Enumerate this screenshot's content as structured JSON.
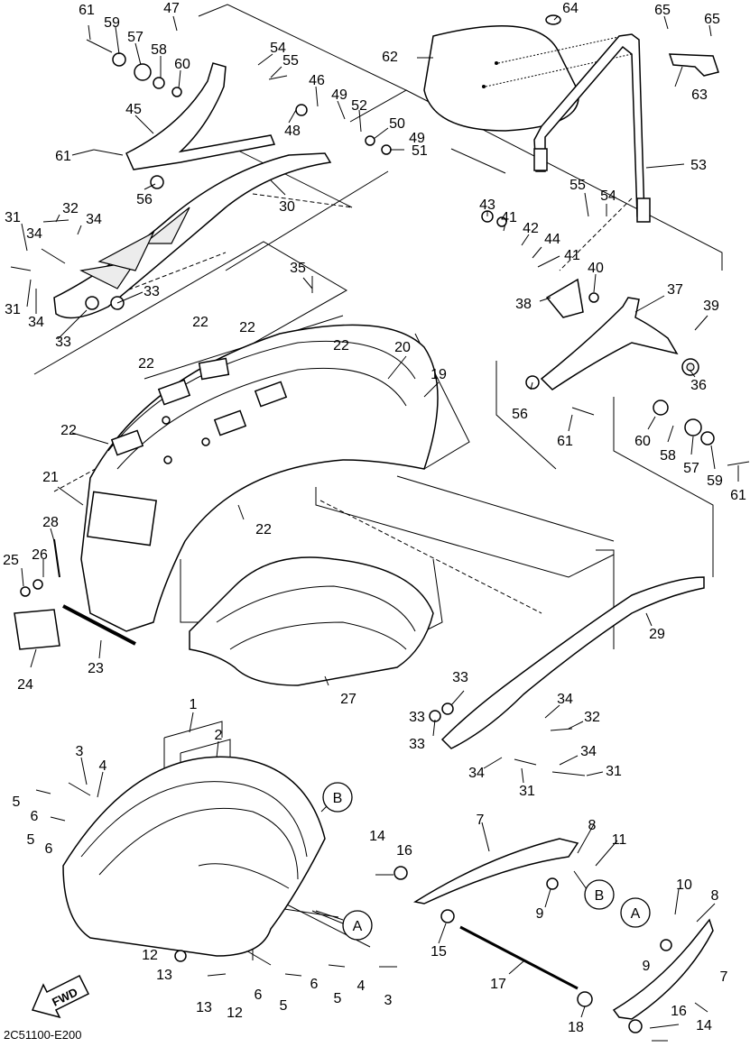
{
  "diagram_code": "2C51100-E200",
  "fwd_label": "FWD",
  "ref_markers": [
    "A",
    "B"
  ],
  "callouts": {
    "c1": "1",
    "c2": "2",
    "c3": "3",
    "c4": "4",
    "c5": "5",
    "c6": "6",
    "c7": "7",
    "c8": "8",
    "c9": "9",
    "c10": "10",
    "c11": "11",
    "c12": "12",
    "c13": "13",
    "c14": "14",
    "c15": "15",
    "c16": "16",
    "c17": "17",
    "c18": "18",
    "c19": "19",
    "c20": "20",
    "c21": "21",
    "c22": "22",
    "c23": "23",
    "c24": "24",
    "c25": "25",
    "c26": "26",
    "c27": "27",
    "c28": "28",
    "c29": "29",
    "c30": "30",
    "c31": "31",
    "c32": "32",
    "c33": "33",
    "c34": "34",
    "c35": "35",
    "c36": "36",
    "c37": "37",
    "c38": "38",
    "c39": "39",
    "c40": "40",
    "c41": "41",
    "c42": "42",
    "c43": "43",
    "c44": "44",
    "c45": "45",
    "c46": "46",
    "c47": "47",
    "c48": "48",
    "c49": "49",
    "c50": "50",
    "c51": "51",
    "c52": "52",
    "c53": "53",
    "c54": "54",
    "c55": "55",
    "c56": "56",
    "c57": "57",
    "c58": "58",
    "c59": "59",
    "c60": "60",
    "c61": "61",
    "c62": "62",
    "c63": "63",
    "c64": "64",
    "c65": "65"
  }
}
